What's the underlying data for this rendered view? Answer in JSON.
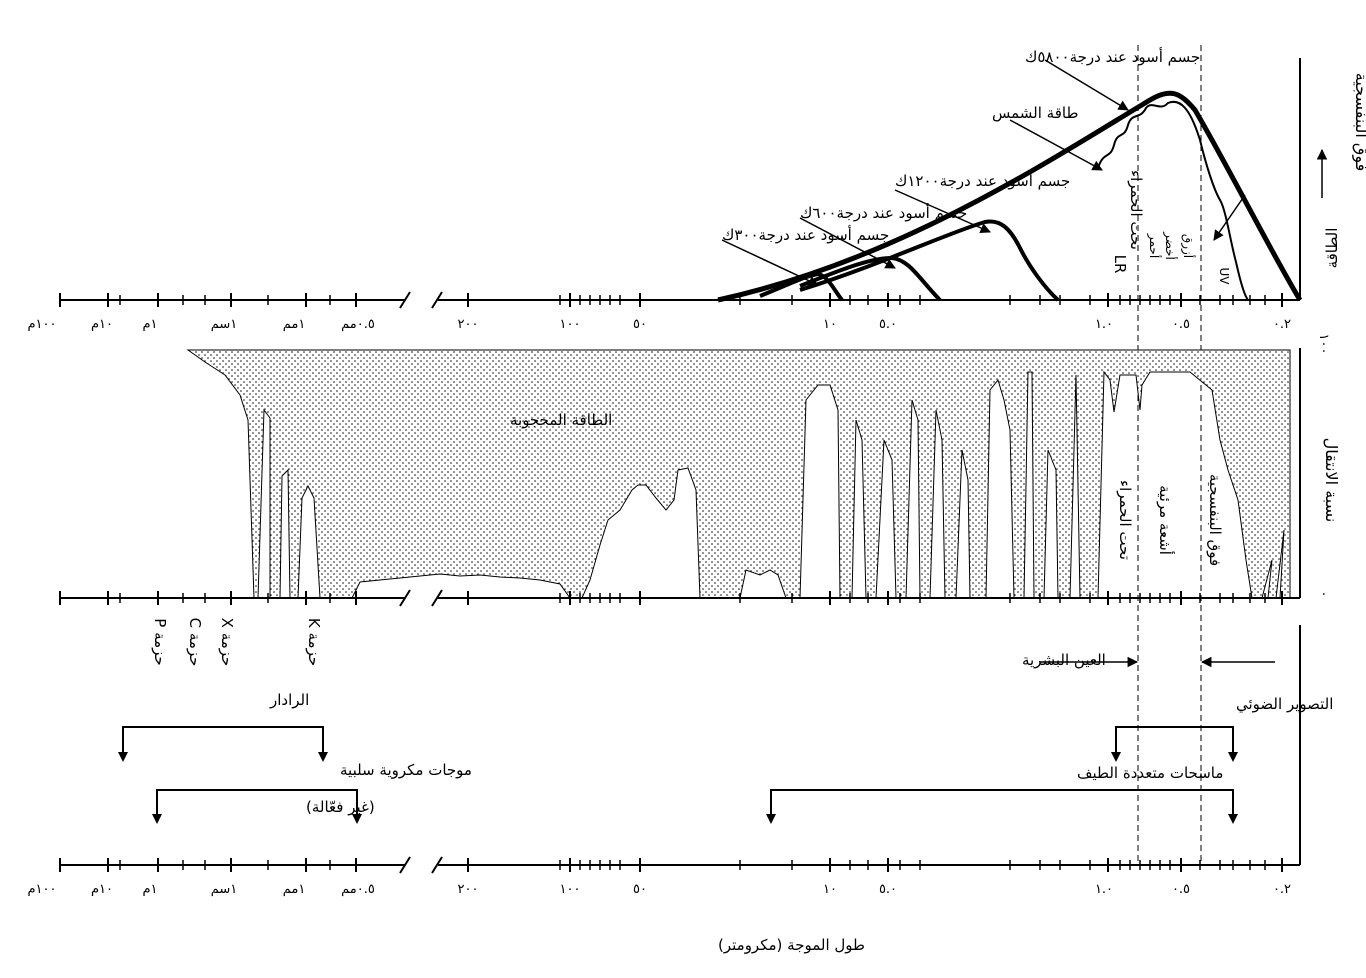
{
  "texts": {
    "bb5800": "جسم أسود عند درجة٥٨٠٠ك",
    "solar": "طاقة الشمس",
    "bb1200": "جسم أسود عند درجة١٢٠٠ك",
    "bb600": "جسم أسود عند درجة٦٠٠ك",
    "bb300": "جسم أسود عند درجة٣٠٠ك",
    "energy_axis": "الطاقة",
    "uv_top": "فوق البنفسجية",
    "ir_top": "تحت الحمراء",
    "lr": "LR",
    "red": "أحمر",
    "green": "أخضر",
    "blue": "أزرق",
    "uv_small": "UV",
    "transmission_axis": "نسبة الانتقال",
    "trans_100": "١٠٠",
    "trans_0": "٠",
    "blocked": "الطاقة المحجوبة",
    "ir_mid": "تحت الحمراء",
    "visible": "أشعة مرئية",
    "uv_mid": "فوق البنفسجية",
    "human_eye": "العين البشرية",
    "photography": "التصوير الضوئي",
    "multispectral": "ماسحات متعددة الطيف",
    "radar": "الرادار",
    "passive_microwave": "موجات مكروية سلبية",
    "inefficient": "(غير فعّالة)",
    "bands": [
      "حزمة P",
      "حزمة C",
      "حزمة X",
      "حزمة K"
    ],
    "x_title": "طول الموجة (مكرومتر)"
  },
  "ticks_left": [
    "١٠٠م",
    "١٠م",
    "١م",
    "١سم",
    "١مم",
    "٠.٥مم"
  ],
  "ticks_right": [
    "٢٠٠",
    "١٠٠",
    "٥٠",
    "١٠",
    "٥.٠",
    "١.٠",
    "٠.٥",
    "٠.٢"
  ]
}
